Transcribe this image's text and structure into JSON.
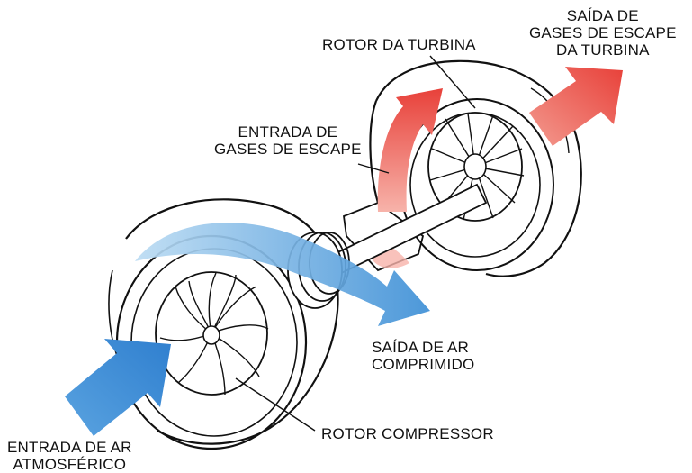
{
  "labels": {
    "turbine_rotor": "ROTOR DA TURBINA",
    "turbine_exhaust_outlet": [
      "SAÍDA DE",
      "GASES DE ESCAPE",
      "DA TURBINA"
    ],
    "exhaust_gas_inlet": [
      "ENTRADA DE",
      "GASES DE ESCAPE"
    ],
    "compressed_air_outlet": [
      "SAÍDA DE AR",
      "COMPRIMIDO"
    ],
    "compressor_rotor": "ROTOR COMPRESSOR",
    "atmospheric_air_inlet": [
      "ENTRADA DE AR",
      "ATMOSFÉRICO"
    ]
  },
  "colors": {
    "air_flow": "#3d8fd6",
    "air_flow_light": "#bcdcf3",
    "exhaust_flow": "#e8413a",
    "exhaust_flow_light": "#f7b3aa",
    "line": "#111111"
  }
}
